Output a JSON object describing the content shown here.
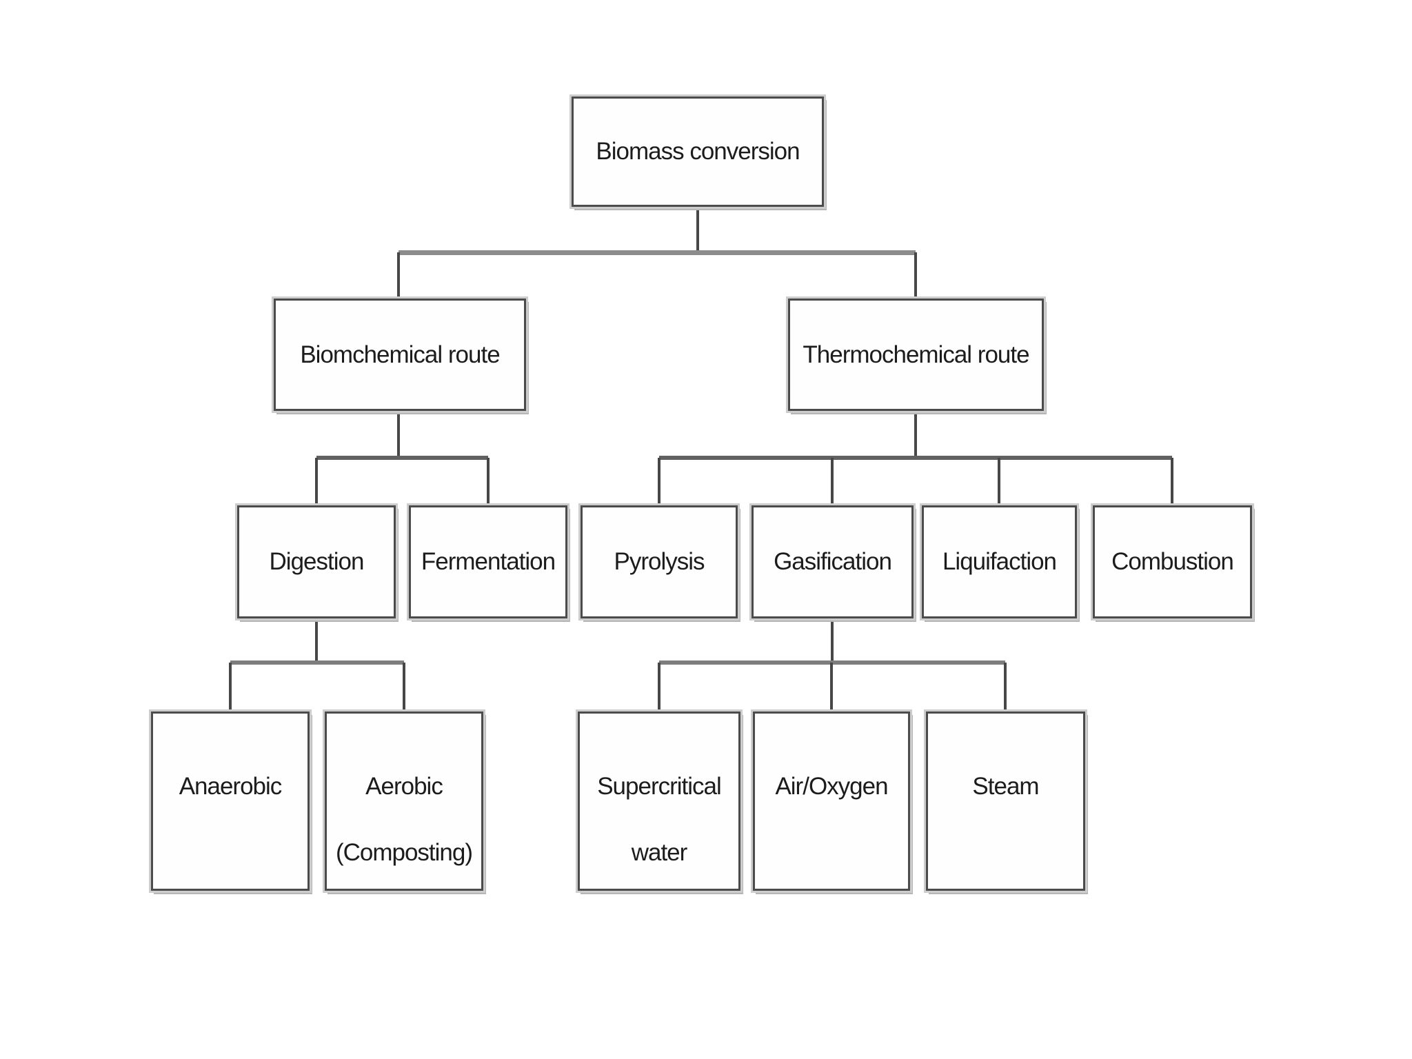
{
  "nodes": {
    "biomass": {
      "label": "Biomass conversion"
    },
    "biomchemical": {
      "label": "Biomchemical route"
    },
    "thermochemical": {
      "label": "Thermochemical route"
    },
    "digestion": {
      "label": "Digestion"
    },
    "fermentation": {
      "label": "Fermentation"
    },
    "pyrolysis": {
      "label": "Pyrolysis"
    },
    "gasification": {
      "label": "Gasification"
    },
    "liquifaction": {
      "label": "Liquifaction"
    },
    "combustion": {
      "label": "Combustion"
    },
    "anaerobic": {
      "label": "Anaerobic"
    },
    "aerobic": {
      "line1": "Aerobic",
      "line2": "(Composting)"
    },
    "supercritical": {
      "line1": "Supercritical",
      "line2": "water"
    },
    "airoxygen": {
      "label": "Air/Oxygen"
    },
    "steam": {
      "label": "Steam"
    }
  },
  "edges": [
    {
      "from": "Biomass conversion",
      "to": "Biomchemical route"
    },
    {
      "from": "Biomass conversion",
      "to": "Thermochemical route"
    },
    {
      "from": "Biomchemical route",
      "to": "Digestion"
    },
    {
      "from": "Biomchemical route",
      "to": "Fermentation"
    },
    {
      "from": "Thermochemical route",
      "to": "Pyrolysis"
    },
    {
      "from": "Thermochemical route",
      "to": "Gasification"
    },
    {
      "from": "Thermochemical route",
      "to": "Liquifaction"
    },
    {
      "from": "Thermochemical route",
      "to": "Combustion"
    },
    {
      "from": "Digestion",
      "to": "Anaerobic"
    },
    {
      "from": "Digestion",
      "to": "Aerobic (Composting)"
    },
    {
      "from": "Gasification",
      "to": "Supercritical water"
    },
    {
      "from": "Gasification",
      "to": "Air/Oxygen"
    },
    {
      "from": "Gasification",
      "to": "Steam"
    }
  ],
  "colors": {
    "background": "#ffffff",
    "box_border": "#4b4b4b",
    "box_halo": "#cdcdcd",
    "box_shadow": "#b5b5b5",
    "connector_vertical": "#474747",
    "connector_horizontal": "#6e6e6e",
    "text": "#1c1c1c"
  }
}
